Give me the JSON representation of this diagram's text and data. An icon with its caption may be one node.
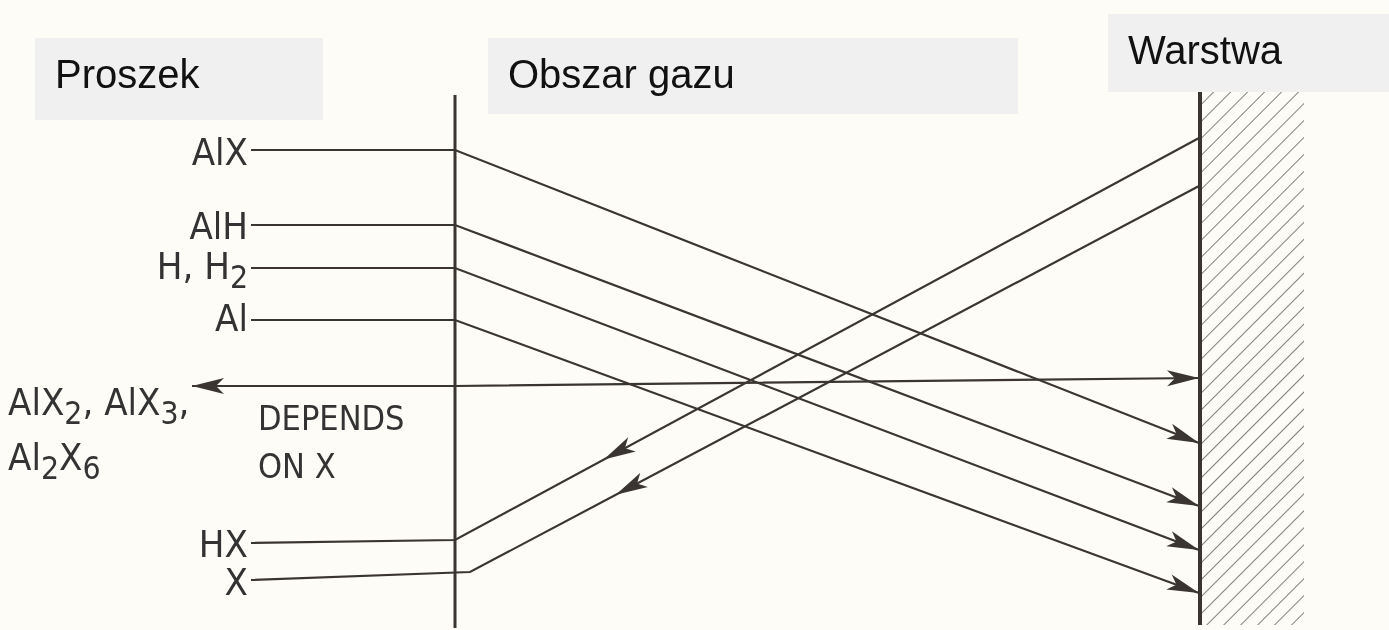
{
  "diagram": {
    "nodes": [
      {
        "text": [
          "Proszek"
        ]
      },
      {
        "text": [
          "Obszar gazu"
        ]
      },
      {
        "text": [
          "Warstwa"
        ]
      },
      {
        "text": [],
        "shape": "bar"
      },
      {
        "text": [
          "AlX"
        ]
      },
      {
        "text": [
          "AlH"
        ]
      },
      {
        "text": [
          "H, H$_{2}$"
        ]
      },
      {
        "text": [
          "Al"
        ]
      },
      {
        "text": [
          "AlX$_{2}$, AlX$_{3}$, Al$_{2}$X$_{6}$"
        ]
      },
      {
        "text": [
          "HX"
        ]
      },
      {
        "text": [
          "X"
        ]
      }
    ],
    "edges": [
      {
        "from": 4,
        "to": 3,
        "arrow": "to"
      },
      {
        "from": 5,
        "to": 3,
        "arrow": "to"
      },
      {
        "from": 6,
        "to": 3,
        "arrow": "to"
      },
      {
        "from": 7,
        "to": 3,
        "arrow": "to"
      },
      {
        "from": 8,
        "to": 3,
        "arrow": "both"
      },
      {
        "from": 3,
        "to": 9,
        "arrow": "to"
      },
      {
        "from": 3,
        "to": 10,
        "arrow": "to"
      }
    ],
    "labels": [
      "DEPENDS ON X"
    ]
  }
}
